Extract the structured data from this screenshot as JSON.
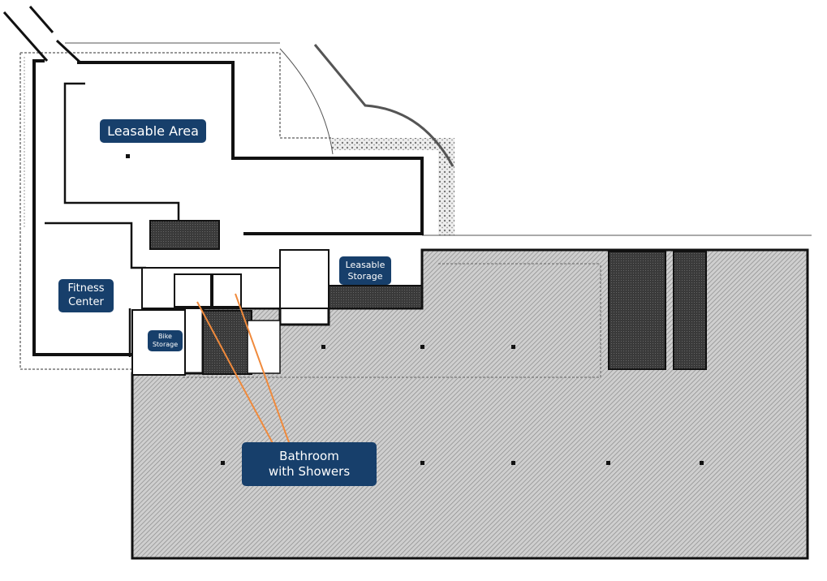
{
  "title": "Floor Plan",
  "labels": {
    "leasable_area": "Leasable Area",
    "fitness_center": "Fitness Center",
    "bike_storage": "Bike Storage",
    "leasable_storage": "Leasable Storage",
    "bathroom_showers": "Bathroom with Showers"
  },
  "colors": {
    "label_bg": "#173f6b",
    "callout_line": "#f08a3c",
    "hatch": "#9a9a9a",
    "dark_room": "#3a3a3a"
  }
}
